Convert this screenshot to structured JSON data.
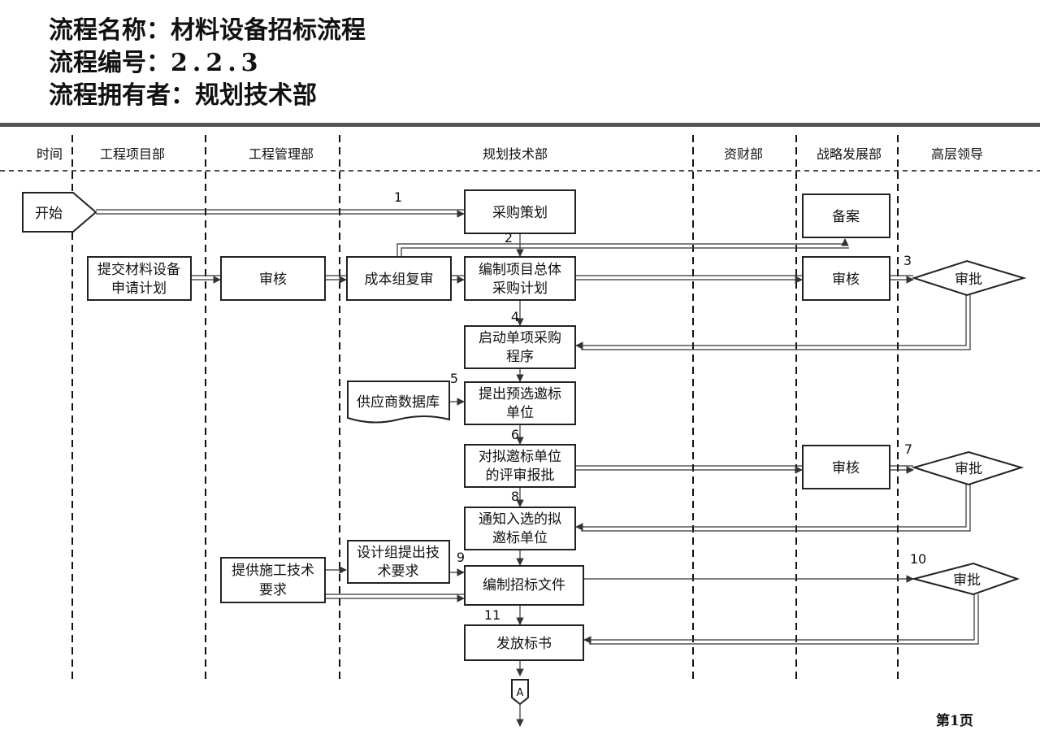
{
  "header": {
    "name_label": "流程名称：",
    "name_value": "材料设备招标流程",
    "code_label": "流程编号：",
    "code_value": "2.2.3",
    "owner_label": "流程拥有者：",
    "owner_value": "规划技术部"
  },
  "lanes": [
    "时间",
    "工程项目部",
    "工程管理部",
    "规划技术部",
    "资财部",
    "战略发展部",
    "高层领导"
  ],
  "nodes": {
    "start": "开始",
    "procurement_plan": "采购策划",
    "filing": "备案",
    "submit_plan": [
      "提交材料设备",
      "申请计划"
    ],
    "mgmt_review": "审核",
    "cost_review": "成本组复审",
    "compile_plan": [
      "编制项目总体",
      "采购计划"
    ],
    "strategy_review_1": "审核",
    "approve_1": "审批",
    "start_single": [
      "启动单项采购",
      "程序"
    ],
    "supplier_db": "供应商数据库",
    "propose_bidders": [
      "提出预选邀标",
      "单位"
    ],
    "evaluate_bidders": [
      "对拟邀标单位",
      "的评审报批"
    ],
    "strategy_review_2": "审核",
    "approve_2": "审批",
    "notify_bidders": [
      "通知入选的拟",
      "邀标单位"
    ],
    "construction_req": [
      "提供施工技术",
      "要求"
    ],
    "design_req": [
      "设计组提出技",
      "术要求"
    ],
    "compile_docs": "编制招标文件",
    "approve_3": "审批",
    "issue_docs": "发放标书",
    "connector": "A"
  },
  "step_numbers": [
    "1",
    "2",
    "3",
    "4",
    "5",
    "6",
    "7",
    "8",
    "9",
    "10",
    "11"
  ],
  "footer": {
    "page": "第1页"
  }
}
